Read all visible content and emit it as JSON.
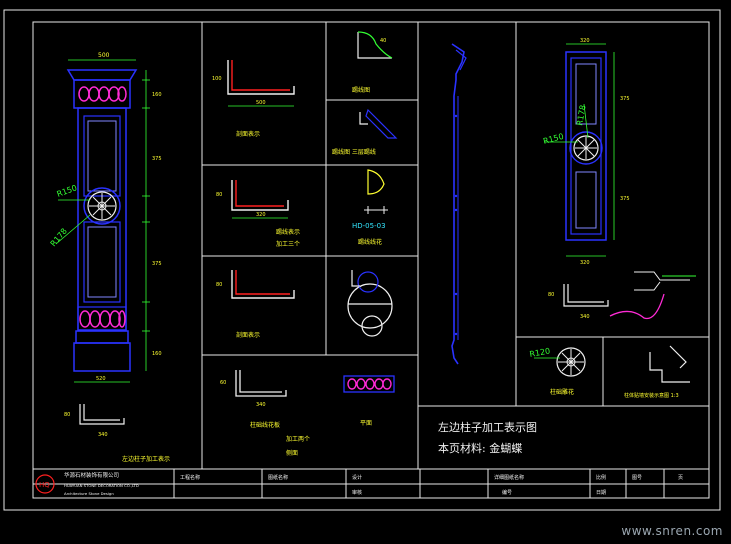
{
  "drawing": {
    "title_line1": "左边柱子加工表示图",
    "title_line2": "本页材料: 金蝴蝶"
  },
  "labels": {
    "column_caption": "左边柱子加工表示",
    "section1": "剖面表示",
    "section2_a": "踢线表示",
    "section2_b": "加工三个",
    "section3": "剖面表示",
    "section4_a": "侧面",
    "section4_b": "柱础线花板",
    "section4_c": "加工两个",
    "section4_d": "平面",
    "profile1": "踢线图",
    "profile2": "踢线图 三层踢线",
    "profile3": "踢线线花",
    "profile3_code": "HD-05-03",
    "rosette": "柱础雕花",
    "wall_detail": "柱体贴墙安装示意图 1:3"
  },
  "dims": {
    "r150": "R150",
    "r178": "R178",
    "r120": "R120",
    "d500": "500",
    "d320": "320",
    "d40": "40",
    "d80": "80",
    "d160": "160",
    "d340": "340",
    "d375": "375",
    "d520": "520",
    "d100": "100",
    "d60": "60"
  },
  "title_block": {
    "company": "华源石材装饰有限公司",
    "company_sub": "HUAYUAN STONE DECORATION CO.,LTD",
    "company_en": "Architecture Stone Design",
    "logo": "HQ",
    "cell_project": "工程名称",
    "cell_drawing": "图纸名称",
    "cell_designer": "设计",
    "cell_checker": "审核",
    "cell_scale": "比例",
    "cell_date": "日期",
    "cell_sheet": "图号",
    "cell_page": "页",
    "cell_detail": "详细图纸名称",
    "cell_number": "编号"
  },
  "watermark": "www.snren.com",
  "colors": {
    "frame": "#e8e8e8",
    "blue": "#2a32ff",
    "magenta": "#ff2bd6",
    "red": "#ff2020",
    "yellow": "#ffff30",
    "green": "#33ff33",
    "cyan": "#33e6ff",
    "white": "#f0f0f0"
  }
}
